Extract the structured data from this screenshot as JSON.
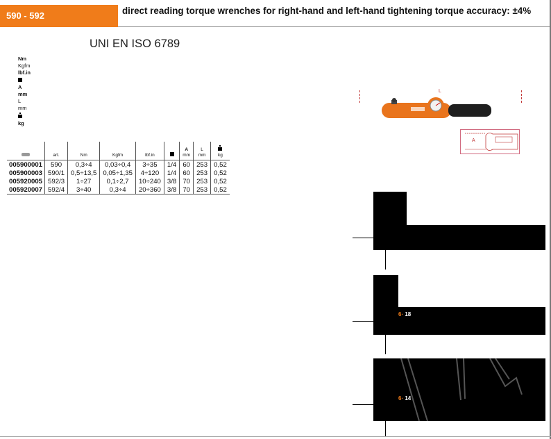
{
  "header": {
    "badge": "590 - 592",
    "title": "direct reading torque wrenches for right-hand and left-hand tightening torque accuracy: ±4%",
    "standard": "UNI EN ISO 6789"
  },
  "legend": [
    "Nm",
    "Kgfm",
    "lbf.in",
    "■",
    "A",
    "mm",
    "L",
    "mm",
    "⚖",
    "kg"
  ],
  "table": {
    "columns": [
      {
        "top": "",
        "bottom": ""
      },
      {
        "top": "",
        "bottom": "art."
      },
      {
        "top": "",
        "bottom": "Nm"
      },
      {
        "top": "",
        "bottom": "Kgfm"
      },
      {
        "top": "",
        "bottom": "lbf.in"
      },
      {
        "top": "",
        "bottom": "■"
      },
      {
        "top": "A",
        "bottom": "mm"
      },
      {
        "top": "L",
        "bottom": "mm"
      },
      {
        "top": "⚖",
        "bottom": "kg"
      }
    ],
    "rows": [
      [
        "005900001",
        "590",
        "0,3÷4",
        "0,03÷0,4",
        "3÷35",
        "1/4",
        "60",
        "253",
        "0,52"
      ],
      [
        "005900003",
        "590/1",
        "0,5÷13,5",
        "0,05÷1,35",
        "4÷120",
        "1/4",
        "60",
        "253",
        "0,52"
      ],
      [
        "005920005",
        "592/3",
        "1÷27",
        "0,1÷2,7",
        "10÷240",
        "3/8",
        "70",
        "253",
        "0,52"
      ],
      [
        "005920007",
        "592/4",
        "3÷40",
        "0,3÷4",
        "20÷360",
        "3/8",
        "70",
        "253",
        "0,52"
      ]
    ]
  },
  "drawing_labels": {
    "l": "L",
    "a": "A"
  },
  "captions": [
    {
      "num": "6",
      "sep": "·",
      "page": "18"
    },
    {
      "num": "6",
      "sep": "·",
      "page": "14"
    }
  ],
  "colors": {
    "accent": "#f07c1a",
    "dimension_line": "#c23a3a"
  }
}
